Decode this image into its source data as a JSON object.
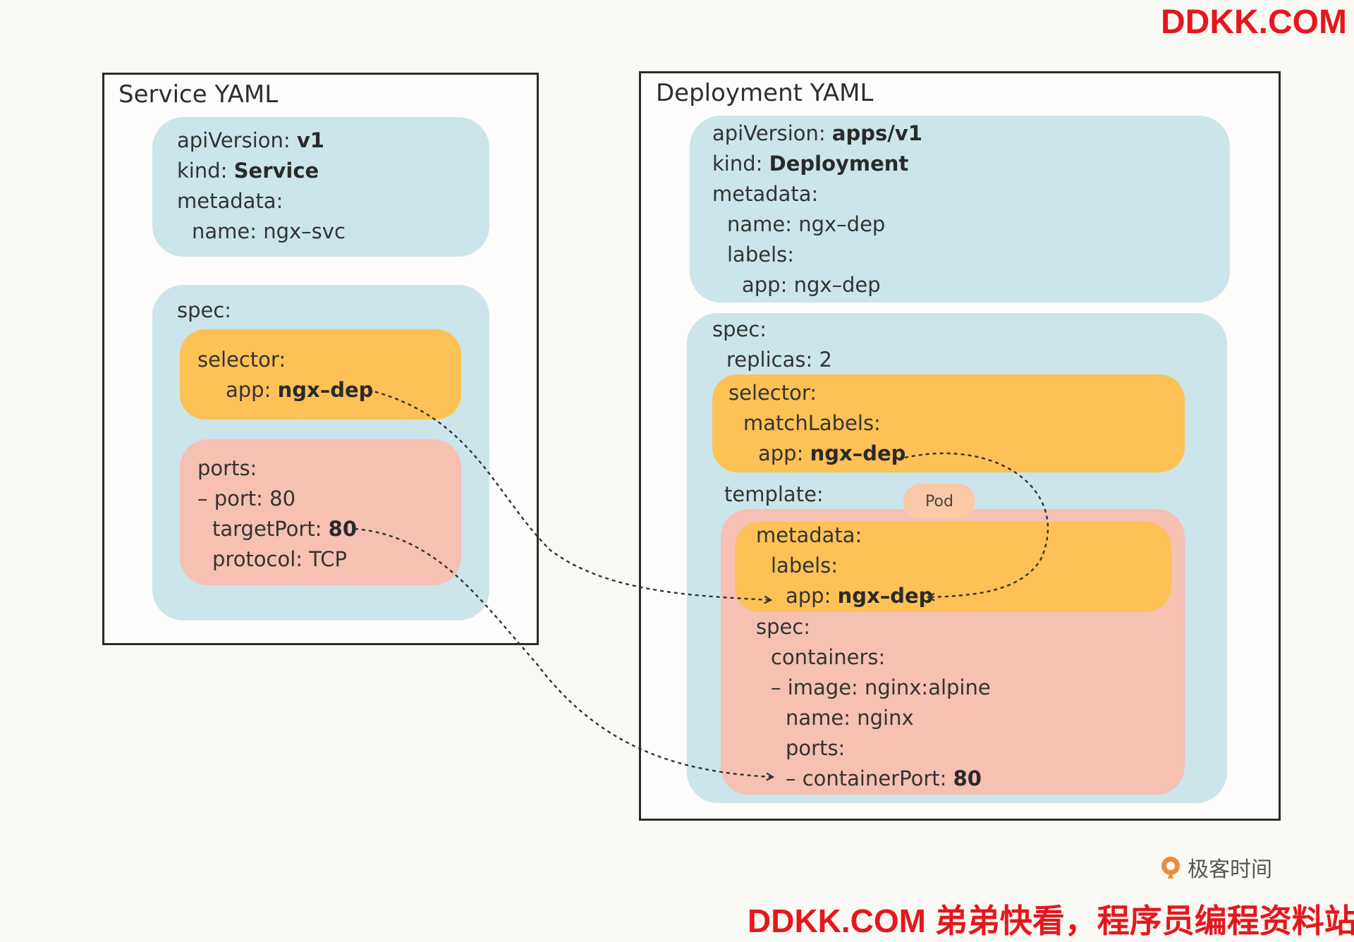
{
  "watermark_top": "DDKK.COM",
  "watermark_bottom": "DDKK.COM 弟弟快看，程序员编程资料站",
  "brand": "极客时间",
  "service": {
    "title": "Service YAML",
    "meta": {
      "api_key": "apiVersion: ",
      "api_val": "v1",
      "kind_key": "kind: ",
      "kind_val": "Service",
      "metadata": "metadata:",
      "name": "name: ngx–svc"
    },
    "spec_label": "spec:",
    "selector": {
      "label": "selector:",
      "app_key": "app: ",
      "app_val": "ngx–dep"
    },
    "ports": {
      "label": "ports:",
      "port": "– port: 80",
      "target_key": "targetPort: ",
      "target_val": "80",
      "protocol": "protocol: TCP"
    }
  },
  "deployment": {
    "title": "Deployment YAML",
    "meta": {
      "api_key": "apiVersion: ",
      "api_val": "apps/v1",
      "kind_key": "kind: ",
      "kind_val": "Deployment",
      "metadata": "metadata:",
      "name": "name: ngx–dep",
      "labels": "labels:",
      "app": "app: ngx–dep"
    },
    "spec_label": "spec:",
    "replicas": "replicas: 2",
    "selector": {
      "label": "selector:",
      "match": "matchLabels:",
      "app_key": "app: ",
      "app_val": "ngx–dep"
    },
    "template_label": "template:",
    "pod_badge": "Pod",
    "template_meta": {
      "metadata": "metadata:",
      "labels": "labels:",
      "app_key": "app: ",
      "app_val": "ngx–dep"
    },
    "template_spec": {
      "spec": "spec:",
      "containers": "containers:",
      "image": "– image: nginx:alpine",
      "name": "name: nginx",
      "ports": "ports:",
      "cport_key": "– containerPort: ",
      "cport_val": "80"
    }
  },
  "colors": {
    "yaml_block": "#cce5ea",
    "selector_block": "#fdc155",
    "ports_block": "#f6c0b3",
    "watermark": "#e5171e"
  }
}
